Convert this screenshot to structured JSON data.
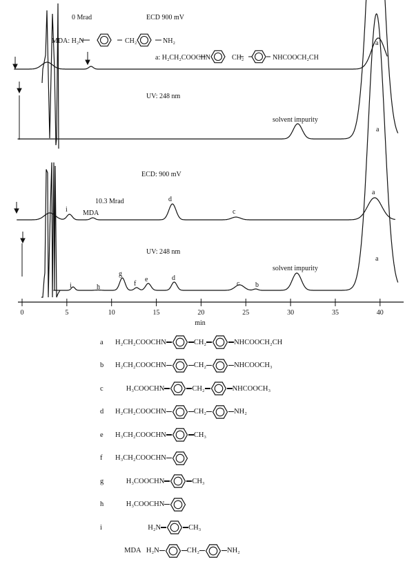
{
  "chart_data": [
    {
      "type": "line",
      "title": "0 Mrad",
      "xlabel": "min",
      "xlim": [
        0,
        42
      ],
      "xticks": [
        0,
        5,
        10,
        15,
        20,
        25,
        30,
        35,
        40
      ],
      "series": [
        {
          "name": "ECD 900 mV",
          "peaks": [
            {
              "t": 2.8,
              "h": 10,
              "w": 0.6
            },
            {
              "t": 7.7,
              "h": 4,
              "w": 0.25,
              "label": "MDA"
            },
            {
              "t": 39.8,
              "h": 45,
              "w": 0.75,
              "label": "a"
            }
          ]
        },
        {
          "name": "UV: 248 nm",
          "peaks": [
            {
              "t": 30.8,
              "h": 22,
              "w": 0.5,
              "label": "solvent impurity"
            },
            {
              "t": 39.5,
              "h": 400,
              "w": 0.9,
              "label": "a"
            }
          ]
        }
      ]
    },
    {
      "type": "line",
      "title": "10.3 Mrad",
      "xlabel": "min",
      "xlim": [
        0,
        42
      ],
      "series": [
        {
          "name": "ECD: 900 mV",
          "peaks": [
            {
              "t": 3.1,
              "h": 10,
              "w": 0.6
            },
            {
              "t": 5.3,
              "h": 8,
              "w": 0.3,
              "label": "i"
            },
            {
              "t": 7.9,
              "h": 3,
              "w": 0.25,
              "label": "MDA"
            },
            {
              "t": 16.8,
              "h": 23,
              "w": 0.4,
              "label": "d"
            },
            {
              "t": 23.9,
              "h": 4,
              "w": 0.5,
              "label": "c"
            },
            {
              "t": 39.4,
              "h": 32,
              "w": 0.8,
              "label": "a"
            }
          ]
        },
        {
          "name": "UV: 248 nm",
          "peaks": [
            {
              "t": 5.7,
              "h": 5,
              "w": 0.2,
              "label": "i"
            },
            {
              "t": 8.5,
              "h": 0.5,
              "w": 0.3,
              "label": "h"
            },
            {
              "t": 11.2,
              "h": 18,
              "w": 0.3,
              "label": "g"
            },
            {
              "t": 12.8,
              "h": 4,
              "w": 0.25,
              "label": "f"
            },
            {
              "t": 14.1,
              "h": 10,
              "w": 0.3,
              "label": "e"
            },
            {
              "t": 17.0,
              "h": 12,
              "w": 0.3,
              "label": "d"
            },
            {
              "t": 24.3,
              "h": 8,
              "w": 0.5,
              "label": "c"
            },
            {
              "t": 26.1,
              "h": 2,
              "w": 0.25,
              "label": "b"
            },
            {
              "t": 30.7,
              "h": 25,
              "w": 0.5,
              "label": "solvent impurity"
            },
            {
              "t": 39.6,
              "h": 400,
              "w": 0.9,
              "label": "a"
            }
          ]
        }
      ]
    }
  ],
  "annotations": {
    "top_dose": "0 Mrad",
    "top_ecd": "ECD 900 mV",
    "top_uv": "UV: 248 nm",
    "mda_prefix": "MDA: H₂N",
    "mda_ch2": "CH₂",
    "mda_nh2": "NH₂",
    "a_prefix": "a: H₂CH₂COOCHN",
    "a_ch2": "CH₂",
    "a_suffix": "NHCOOCH₂CH",
    "solvent": "solvent  impurity",
    "peak_a": "a",
    "bottom_ecd": "ECD:  900 mV",
    "bottom_dose": "10.3 Mrad",
    "bottom_uv": "UV: 248 nm",
    "i": "i",
    "mda": "MDA",
    "d": "d",
    "c": "c",
    "h": "h",
    "g": "g",
    "f": "f",
    "e": "e",
    "b": "b",
    "xlabel": "min"
  },
  "structures": [
    {
      "label": "a",
      "parts": [
        "H₂CH₂COOCHN",
        "ring",
        "CH₂",
        "ring",
        "NHCOOCH₂CH"
      ]
    },
    {
      "label": "b",
      "parts": [
        "H₂CH₂COOCHN",
        "ring",
        "CH₂",
        "ring",
        "NHCOOCH₃"
      ]
    },
    {
      "label": "c",
      "parts": [
        "      H₃COOCHN",
        "ring",
        "CH₂",
        "ring",
        "NHCOOCH₃"
      ]
    },
    {
      "label": "d",
      "parts": [
        "H₂CH₂COOCHN",
        "ring",
        "CH₂",
        "ring",
        "NH₂"
      ]
    },
    {
      "label": "e",
      "parts": [
        "H₃CH₂COOCHN",
        "ring",
        "CH₃"
      ]
    },
    {
      "label": "f",
      "parts": [
        "H₃CH₂COOCHN",
        "ring"
      ]
    },
    {
      "label": "g",
      "parts": [
        "      H₃COOCHN",
        "ring",
        "CH₃"
      ]
    },
    {
      "label": "h",
      "parts": [
        "      H₃COOCHN",
        "ring"
      ]
    },
    {
      "label": "i",
      "parts": [
        "                  H₂N",
        "ring",
        "CH₃"
      ]
    },
    {
      "label": "",
      "parts": [
        "     MDA   H₂N",
        "ring",
        "CH₂",
        "ring",
        "NH₂"
      ]
    }
  ]
}
